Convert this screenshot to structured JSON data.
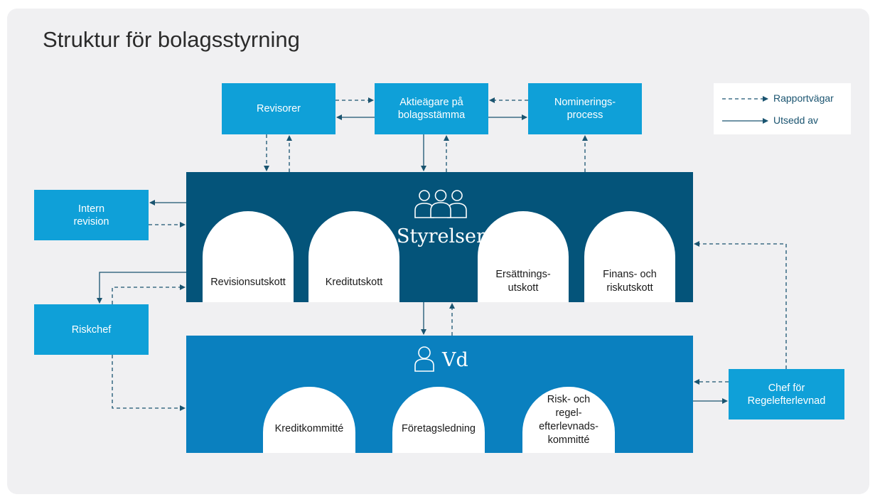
{
  "title": "Struktur för bolagsstyrning",
  "boxes": {
    "revisorer": "Revisorer",
    "aktieagare": "Aktieägare på bolagsstämma",
    "nominering": "Nominerings- process",
    "intern_revision": "Intern revision",
    "riskchef": "Riskchef",
    "chef_regelefterlevnad": "Chef för Regelefterlevnad"
  },
  "board": {
    "title": "Styrelsen",
    "icon": "board-group-icon",
    "committees": [
      "Revisionsutskott",
      "Kreditutskott",
      "Ersättnings- utskott",
      "Finans- och riskutskott"
    ]
  },
  "ceo": {
    "title": "Vd",
    "icon": "person-icon",
    "committees": [
      "Kreditkommitté",
      "Företagsledning",
      "Risk- och regel- efterlevnads- kommitté"
    ]
  },
  "legend": {
    "reporting": "Rapportvägar",
    "appointed": "Utsedd av"
  },
  "colors": {
    "light_box": "#0fa0d8",
    "board": "#04547a",
    "ceo": "#0a80bf",
    "arrow": "#1a5470",
    "background": "#f0f0f2"
  }
}
